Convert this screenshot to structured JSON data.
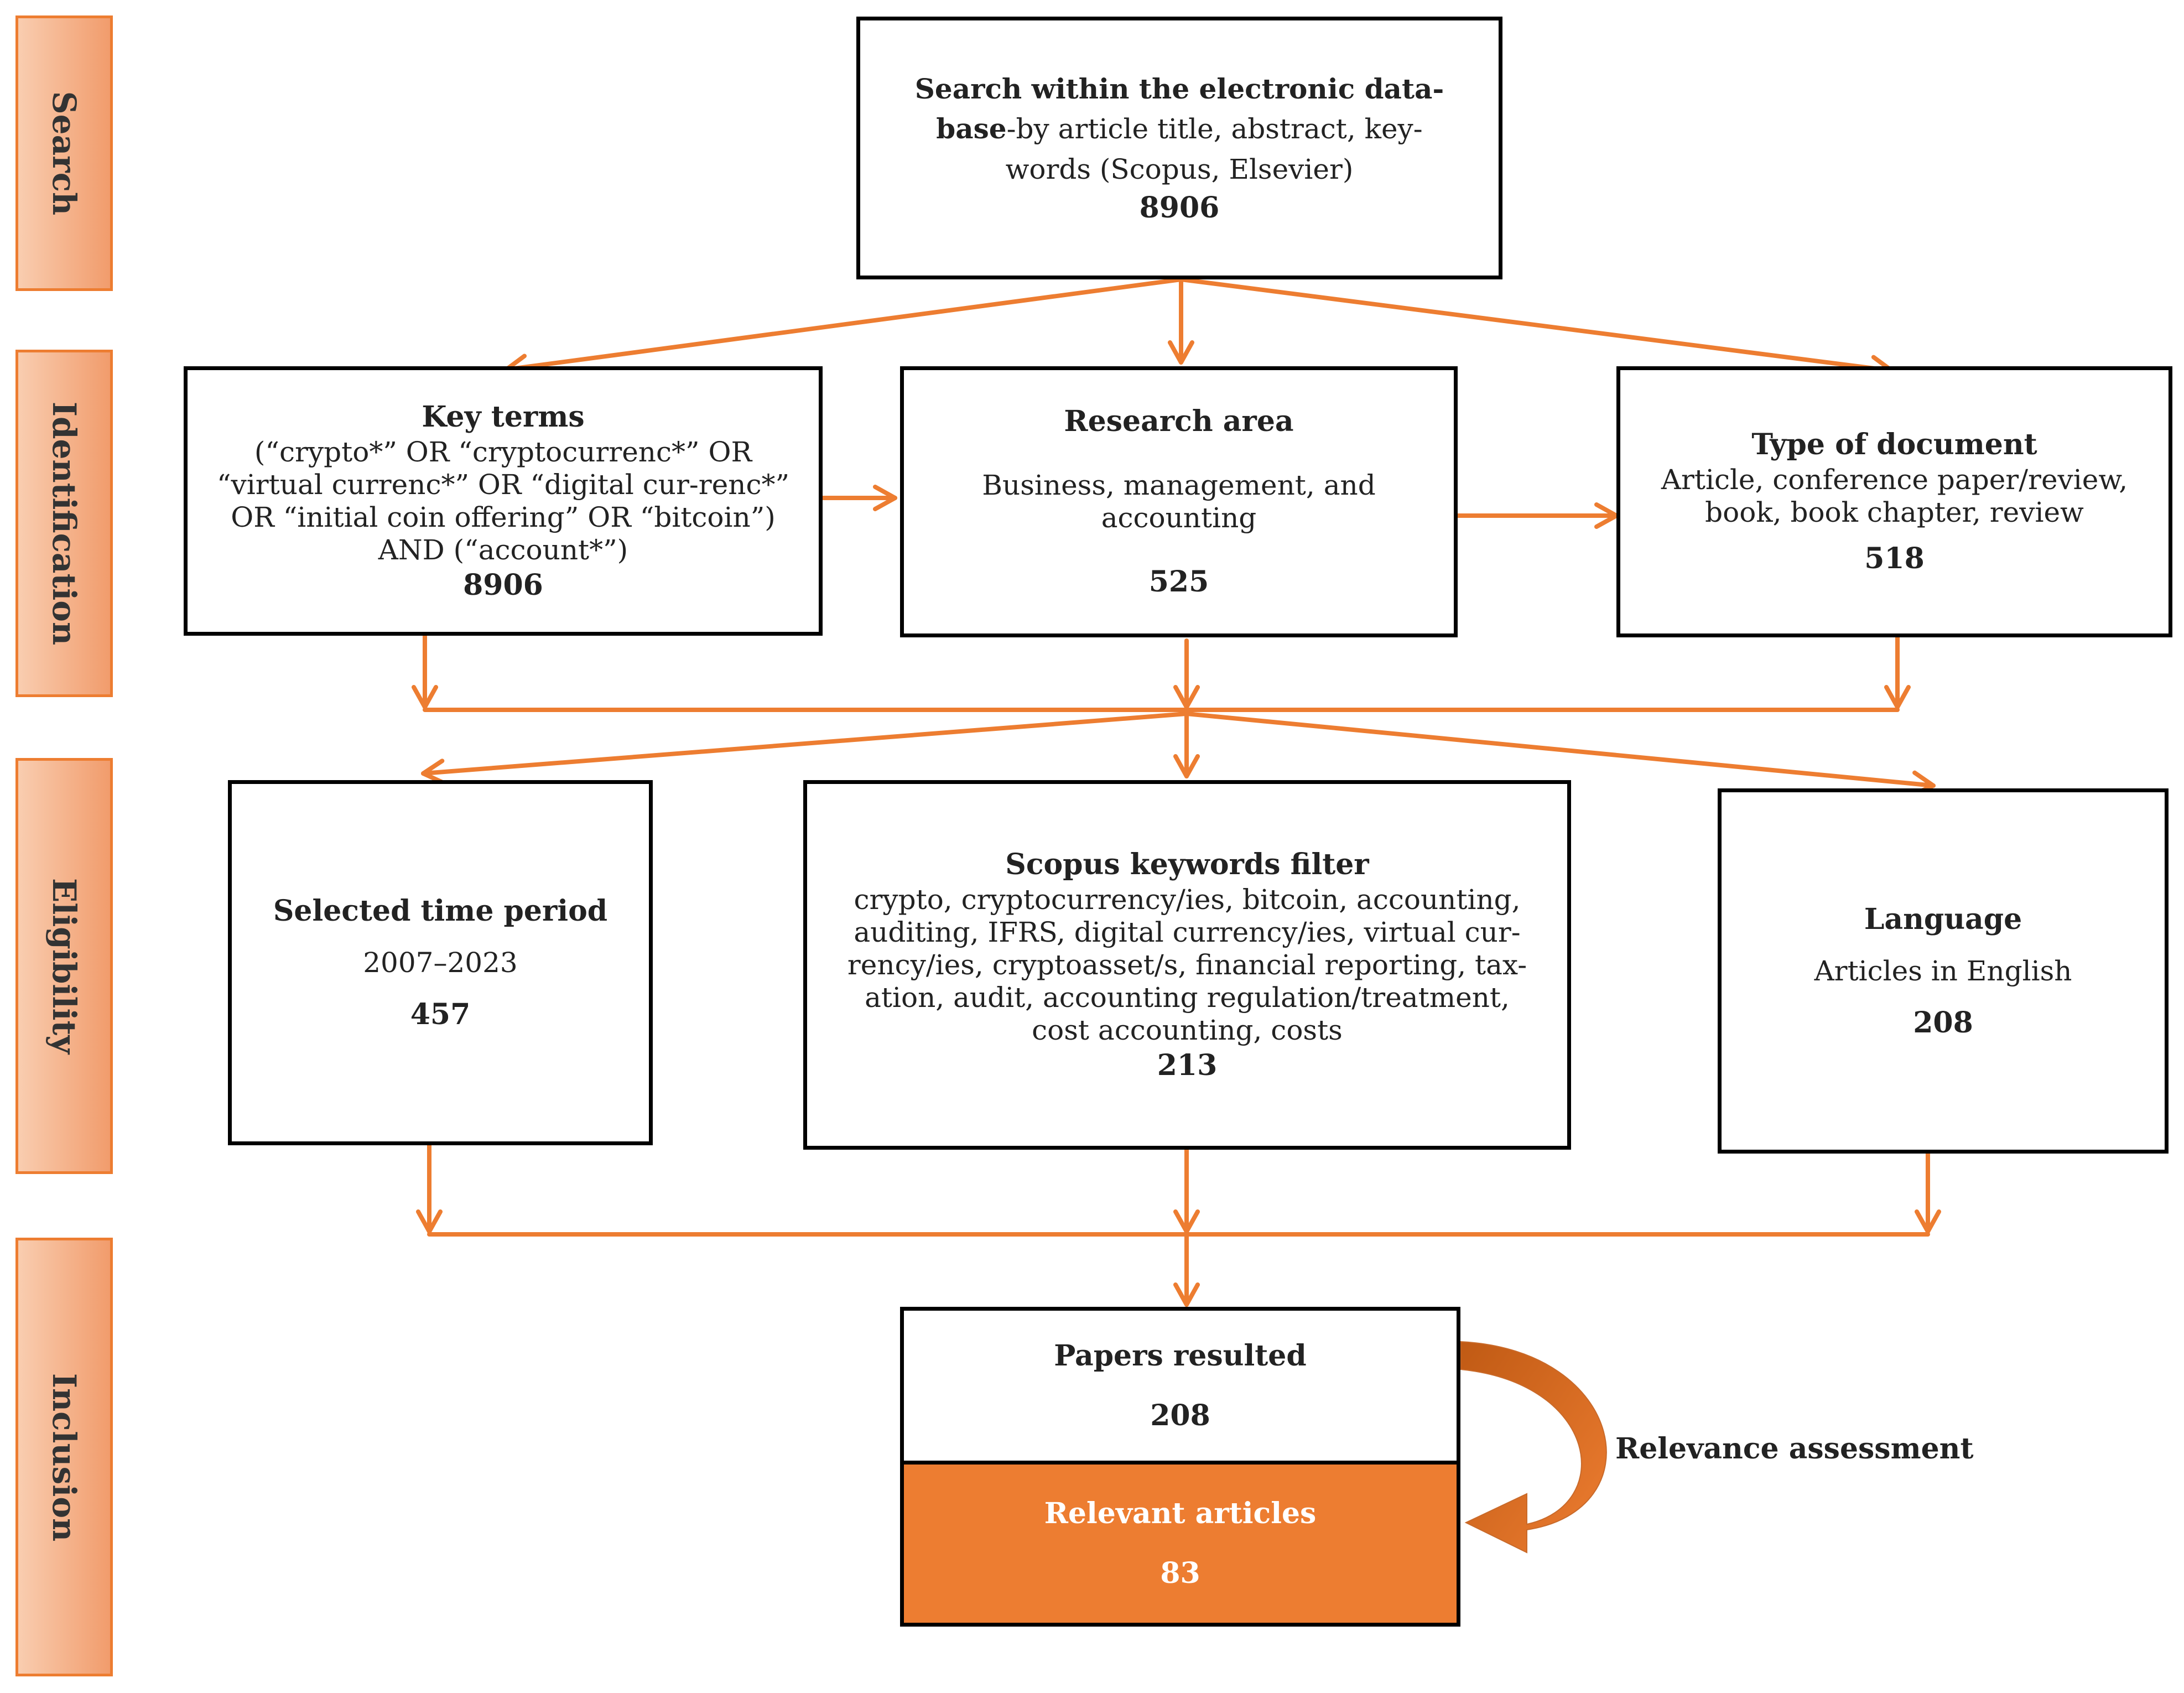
{
  "stages": {
    "search": "Search",
    "identification": "Identification",
    "eligibility": "Eligibility",
    "inclusion": "Inclusion"
  },
  "search_box": {
    "title_bold": "Search within the electronic data-base",
    "title_rest": "-by article title, abstract, key-words (Scopus, Elsevier)",
    "count": "8906"
  },
  "key_terms": {
    "title": "Key terms",
    "body": "(“crypto*” OR “cryptocurrenc*” OR “virtual currenc*” OR “digital cur-renc*” OR “initial coin offering” OR “bitcoin”) AND (“account*”)",
    "count": "8906"
  },
  "research_area": {
    "title": "Research area",
    "body": "Business, management, and accounting",
    "count": "525"
  },
  "type_of_document": {
    "title": "Type of document",
    "body": "Article, conference paper/review, book, book chapter, review",
    "count": "518"
  },
  "time_period": {
    "title": "Selected time period",
    "body": "2007–2023",
    "count": "457"
  },
  "keywords_filter": {
    "title": "Scopus keywords filter",
    "body": "crypto, cryptocurrency/ies, bitcoin, accounting, auditing, IFRS, digital currency/ies, virtual cur-rency/ies, cryptoasset/s, financial reporting, tax-ation, audit, accounting regulation/treatment, cost accounting, costs",
    "count": "213"
  },
  "language": {
    "title": "Language",
    "body": "Articles in English",
    "count": "208"
  },
  "papers_resulted": {
    "title": "Papers resulted",
    "count": "208"
  },
  "relevant_articles": {
    "title": "Relevant articles",
    "count": "83"
  },
  "relevance_assessment": "Relevance assessment",
  "colors": {
    "accent": "#ed7d31",
    "stage_fill_light": "#f9cdb0",
    "stage_fill_dark": "#f19c6c",
    "box_border": "#000000"
  }
}
